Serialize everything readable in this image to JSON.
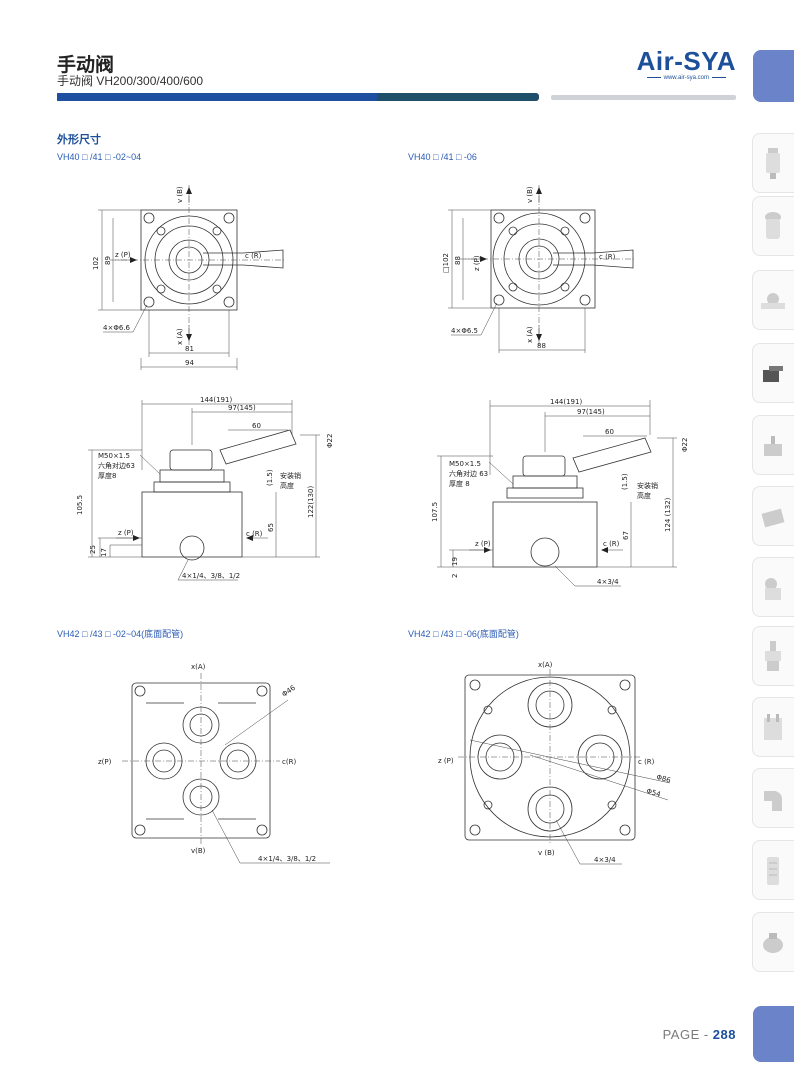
{
  "header": {
    "title": "手动阀",
    "subtitle": "手动阀 VH200/300/400/600",
    "logo": "Air-SYA",
    "logo_url": "www.air-sya.com"
  },
  "section_title": "外形尺寸",
  "drawings": {
    "d1_label": "VH40 □ /41 □ -02~04",
    "d2_label": "VH40 □ /41 □ -06",
    "d3_label": "VH42 □ /43 □ -02~04(底面配管)",
    "d4_label": "VH42 □ /43 □ -06(底面配管)",
    "ports": {
      "v": "v (B)",
      "x": "x (A)",
      "z": "z (P)",
      "c": "c (R)",
      "v2": "v(B)",
      "x2": "x(A)",
      "z2": "z(P)",
      "c2": "c(R)"
    },
    "d1": {
      "h102": "102",
      "h89": "89",
      "holes": "4×Φ6.6",
      "w81": "81",
      "w94": "94"
    },
    "d2": {
      "h102": "□102",
      "h88": "88",
      "holes": "4×Φ6.5",
      "w88": "88"
    },
    "d1s": {
      "w144": "144(191)",
      "w97": "97(145)",
      "w60": "60",
      "phi22": "Φ22",
      "m50": "M50×1.5",
      "hex": "六角对边63",
      "thick": "厚度8",
      "h105": "105.5",
      "h15": "(1.5)",
      "pin": "安装销",
      "pin_h": "高度",
      "h122": "122(130)",
      "h65": "65",
      "h25": "25",
      "h17": "17",
      "ports": "4×1/4、3/8、1/2"
    },
    "d2s": {
      "w144": "144(191)",
      "w97": "97(145)",
      "w60": "60",
      "phi22": "Φ22",
      "m50": "M50×1.5",
      "hex": "六角对边 63",
      "thick": "厚度 8",
      "h107": "107.5",
      "h15": "(1.5)",
      "pin": "安装销",
      "pin_h": "高度",
      "h124": "124 (132)",
      "h67": "67",
      "h19": "19",
      "h2": "2",
      "ports": "4×3/4"
    },
    "d3": {
      "phi46": "Φ46",
      "ports": "4×1/4、3/8、1/2"
    },
    "d4": {
      "phi86": "Φ86",
      "phi54": "Φ54",
      "ports": "4×3/4"
    }
  },
  "page": {
    "prefix": "PAGE - ",
    "number": "288"
  }
}
